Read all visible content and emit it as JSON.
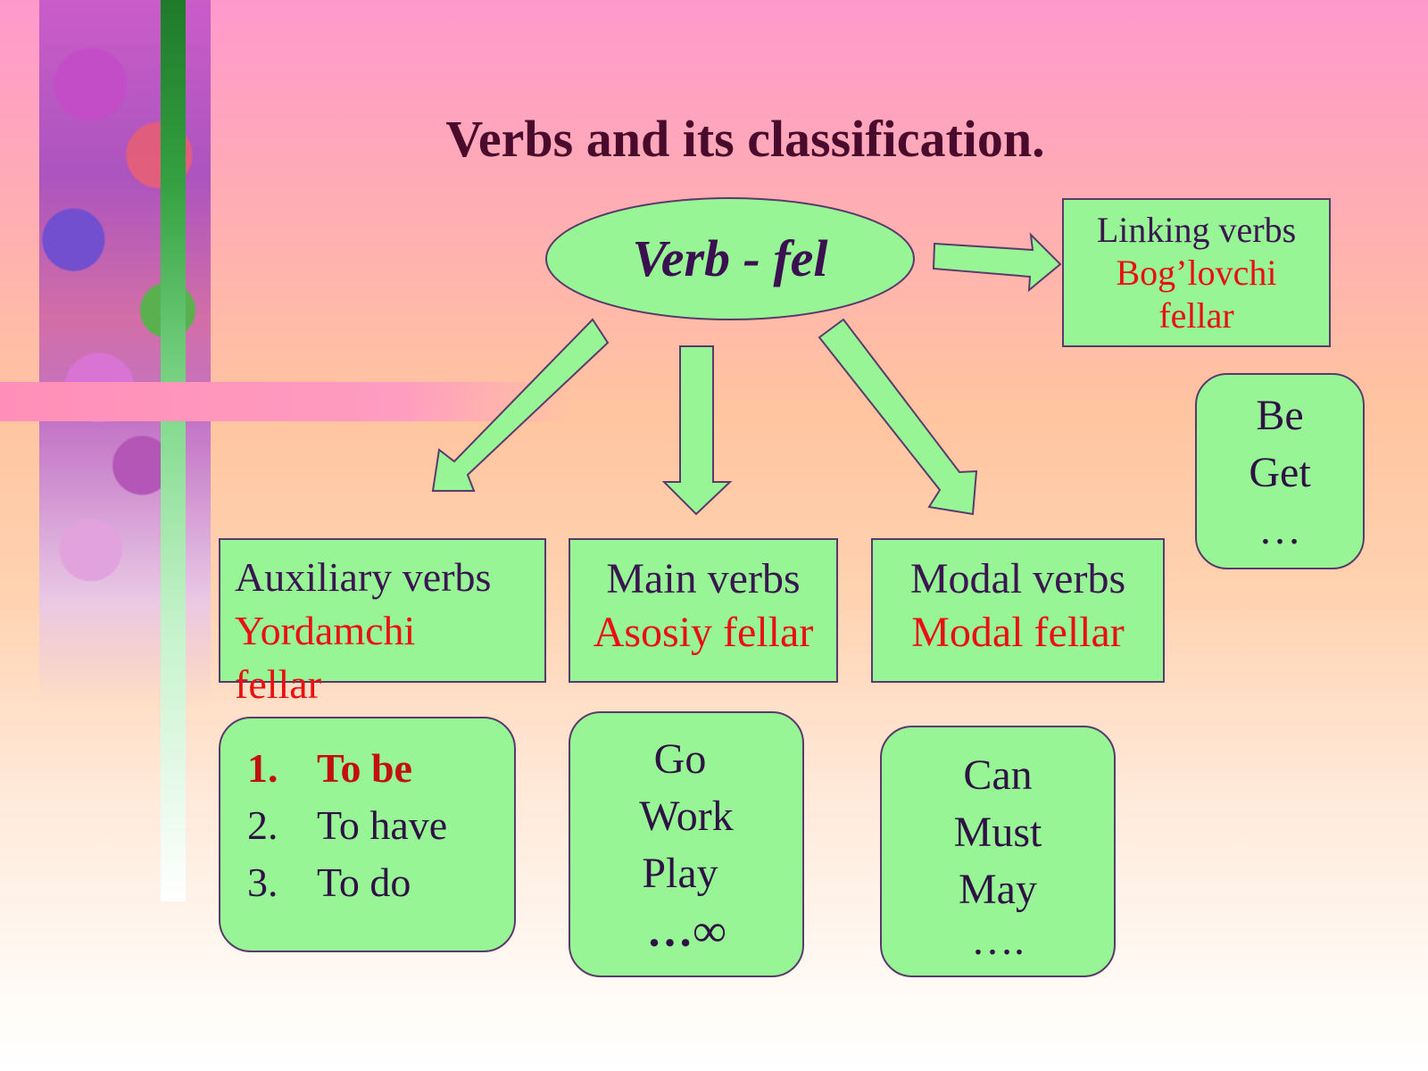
{
  "title": "Verbs and its classification.",
  "root": {
    "label": "Verb - fel"
  },
  "linking": {
    "en": "Linking verbs",
    "uz1": "Bog’lovchi",
    "uz2": "fellar",
    "examples": [
      "Be",
      "Get",
      "…"
    ]
  },
  "auxiliary": {
    "en": "Auxiliary verbs",
    "uz1": "Yordamchi",
    "uz2": "fellar",
    "examples": [
      {
        "num": "1.",
        "text": "To be"
      },
      {
        "num": "2.",
        "text": "To have"
      },
      {
        "num": "3.",
        "text": "To do"
      }
    ]
  },
  "main": {
    "en": "Main verbs",
    "uz": "Asosiy fellar",
    "examples": [
      "Go",
      "Work",
      "Play"
    ],
    "more": "…∞"
  },
  "modal": {
    "en": "Modal verbs",
    "uz": "Modal fellar",
    "examples": [
      "Can",
      "Must",
      "May"
    ],
    "more": "…."
  },
  "colors": {
    "box_fill": "#98f595",
    "title": "#4a0a2c",
    "translation": "#e81010",
    "highlight": "#c01010"
  }
}
